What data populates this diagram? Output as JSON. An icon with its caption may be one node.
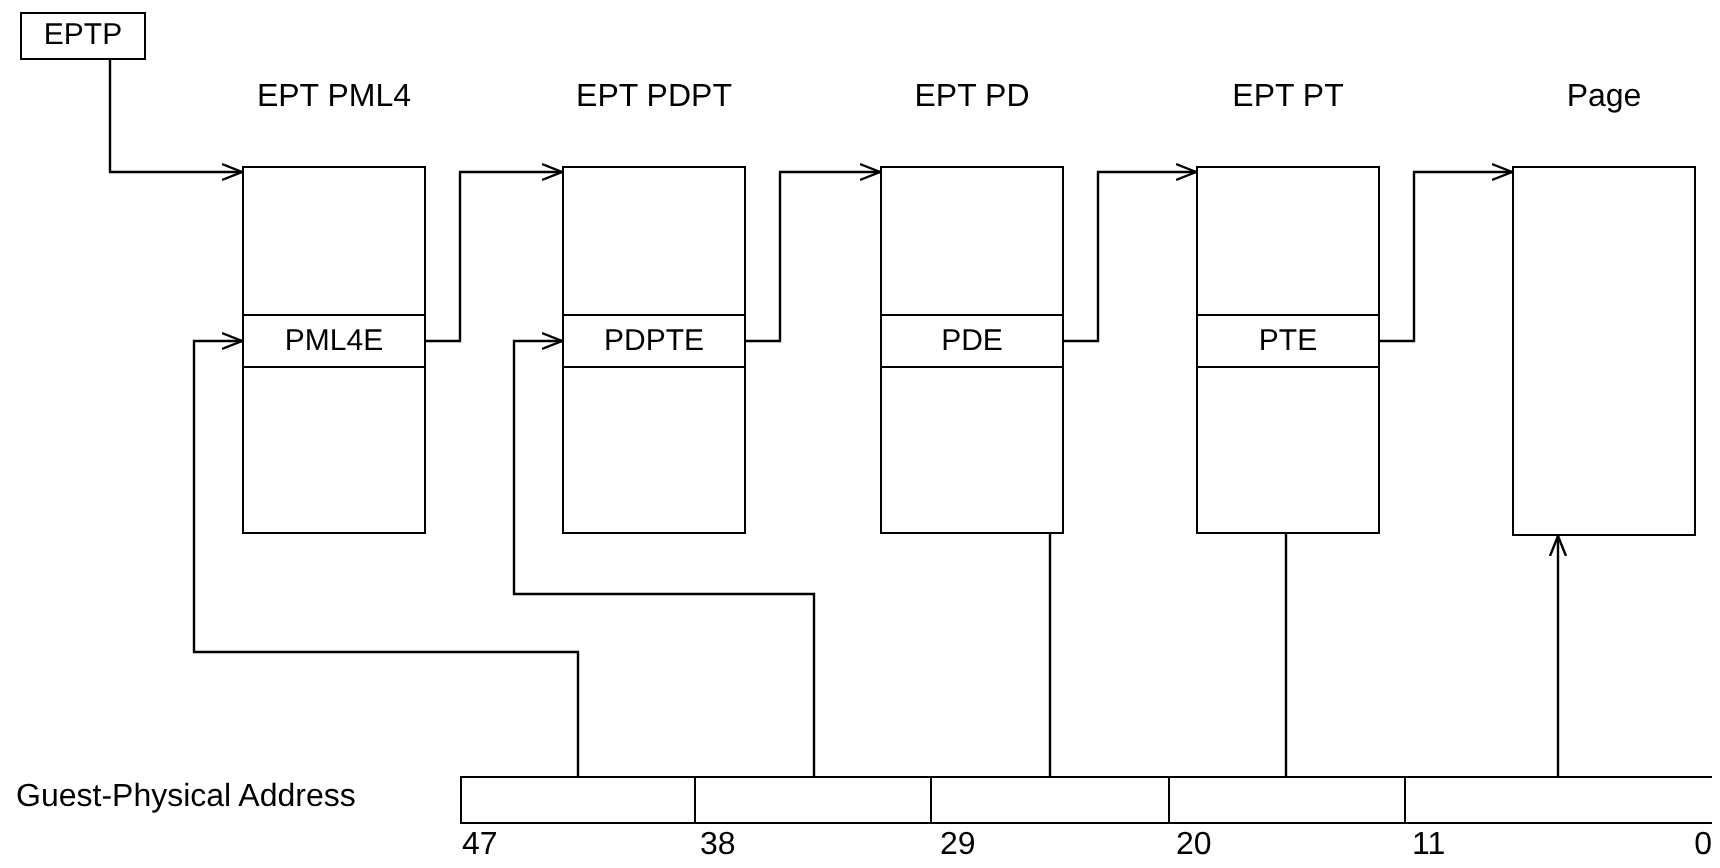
{
  "diagram": {
    "nodes": [
      {
        "text": [
          "EPTP"
        ]
      },
      {
        "text": [
          "EPT PML4"
        ]
      },
      {
        "text": [
          "PML4E"
        ],
        "in": 1
      },
      {
        "text": [
          "EPT PDPT"
        ]
      },
      {
        "text": [
          "PDPTE"
        ],
        "in": 3
      },
      {
        "text": [
          "EPT PD"
        ]
      },
      {
        "text": [
          "PDE"
        ],
        "in": 5
      },
      {
        "text": [
          "EPT PT"
        ]
      },
      {
        "text": [
          "PTE"
        ],
        "in": 7
      },
      {
        "text": [
          "Page"
        ]
      },
      {
        "text": [
          "Guest-Physical Address"
        ]
      },
      {
        "text": [],
        "shape": "box",
        "in": 10
      },
      {
        "text": [],
        "shape": "box",
        "in": 10
      },
      {
        "text": [],
        "shape": "box",
        "in": 10
      },
      {
        "text": [],
        "shape": "box",
        "in": 10
      },
      {
        "text": [],
        "shape": "box",
        "in": 10
      }
    ],
    "edges": [
      {
        "from": 0,
        "to": 1,
        "arrow": "to"
      },
      {
        "from": 2,
        "to": 3,
        "arrow": "to"
      },
      {
        "from": 4,
        "to": 5,
        "arrow": "to"
      },
      {
        "from": 6,
        "to": 7,
        "arrow": "to"
      },
      {
        "from": 8,
        "to": 9,
        "arrow": "to"
      },
      {
        "from": 11,
        "to": 2,
        "arrow": "to"
      },
      {
        "from": 12,
        "to": 4,
        "arrow": "to"
      },
      {
        "from": 13,
        "to": 6,
        "arrow": "to"
      },
      {
        "from": 14,
        "to": 8,
        "arrow": "to"
      },
      {
        "from": 15,
        "to": 9,
        "arrow": "to"
      }
    ],
    "labels": [
      "47",
      "38",
      "29",
      "20",
      "11",
      "0"
    ]
  }
}
